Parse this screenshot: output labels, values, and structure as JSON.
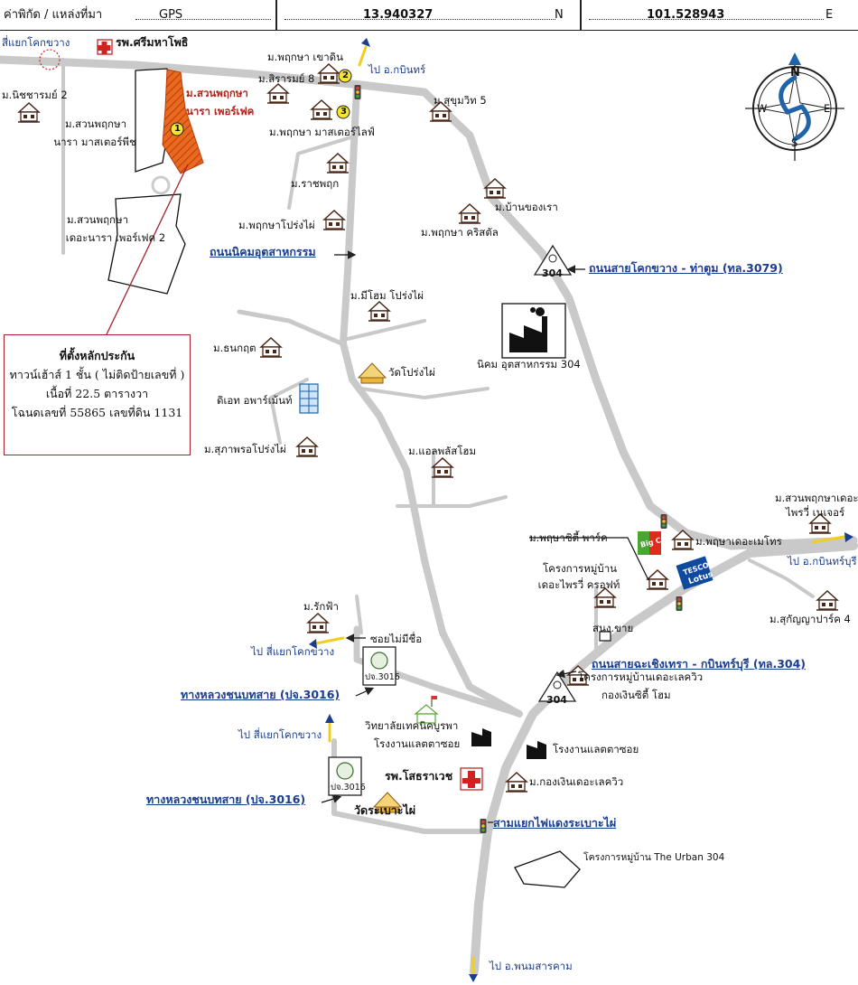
{
  "header": {
    "coord_label": "ค่าพิกัด / แหล่งที่มา",
    "source": "GPS",
    "lat": "13.940327",
    "lat_suffix": "N",
    "lng": "101.528943",
    "lng_suffix": "E"
  },
  "compass": {
    "n": "N",
    "s": "S",
    "e": "E",
    "w": "W"
  },
  "info_box": {
    "line1": "ที่ตั้งหลักประกัน",
    "line2": "ทาวน์เฮ้าส์ 1 ชั้น ( ไม่ติดป้ายเลขที่ )",
    "line3": "เนื้อที่ 22.5 ตารางวา",
    "line4": "โฉนดเลขที่ 55865 เลขที่ดิน 1131"
  },
  "route_shields": {
    "r304": "304",
    "p3016": "ปจ.3016"
  },
  "markers": {
    "m1": "1",
    "m2": "2",
    "m3": "3"
  },
  "labels": {
    "intersection_kok_kwang": "สี่แยกโคกขวาง",
    "hospital_srimaha": "รพ.ศรีมหาโพธิ",
    "m_nitchara": "ม.นิชชารมย์ 2",
    "m_suan_master_a": "ม.สวนพฤกษา",
    "m_suan_master_b": "นารา มาสเตอร์พีช",
    "m_suan_perfect_a": "ม.สวนพฤกษา",
    "m_suan_perfect_b": "นารา เพอร์เฟค",
    "m_suan_perfect2_a": "ม.สวนพฤกษา",
    "m_suan_perfect2_b": "เดอะนารา เพอร์เฟค 2",
    "m_pruksa_khaodin": "ม.พฤกษา เขาดิน",
    "m_siraram": "ม.สิรารมย์ 8",
    "to_kabin": "ไป อ.กบินทร์",
    "m_sukhumvit5": "ม.สุขุมวิท 5",
    "m_pruksa_master": "ม.พฤกษา มาสเตอร์ไลฟ์",
    "m_ratchapruek": "ม.ราชพฤก",
    "m_pruksa_prongphai": "ม.พฤกษาโปร่งไผ่",
    "m_ban_khong_rao": "ม.บ้านของเรา",
    "m_pruksa_crystal": "ม.พฤกษา คริสตัล",
    "road_industrial": "ถนนนิคมอุตสาหกรรม",
    "road_3079": "ถนนสายโคกขวาง - ท่าตูม (ทล.3079)",
    "m_mihome": "ม.มีโฮม โปร่งไผ่",
    "m_thanakrit": "ม.ธนกฤต",
    "wat_prongphai": "วัดโปร่งไผ่",
    "industrial_estate": "นิคม อุตสาหกรรม 304",
    "d_apartment": "ดิเอท อพาร์เม้นท์",
    "m_suphaporn": "ม.สุภาพรอโปร่งไผ่",
    "m_l_plus": "ม.แอลพลัสโฮม",
    "m_suan_forest_a": "ม.สวนพฤกษาเดอะ",
    "m_suan_forest_b": "ไพรวี่ เนเจอร์",
    "m_pruksa_city_park": "ม.พฤษาซิตี้ พาร์ค",
    "m_pruksa_metro": "ม.พฤษาเดอะเมโทร",
    "to_kabinburi": "ไป อ.กบินทร์บุรี",
    "proj_privy_a": "โครงการหมู่บ้าน",
    "proj_privy_b": "เดอะไพรวี่ ครอฟท์",
    "m_sukanya": "ม.สุกัญญาปาร์ค 4",
    "snong_khai": "สนง.ขาย",
    "m_rakfa": "ม.รักฟ้า",
    "soi_no_name": "ซอยไม่มีชื่อ",
    "to_kokkwang_1": "ไป สี่แยกโคกขวาง",
    "road_304": "ถนนสายฉะเชิงเทรา - กบินทร์บุรี (ทล.304)",
    "road_3016_a": "ทางหลวงชนบทสาย (ปจ.3016)",
    "proj_lake_a": "โครงการหมู่บ้านเดอะเลควิว",
    "proj_lake_b": "กองเงินซิตี้ โฮม",
    "college": "วิทยาลัยเทคนิคบูรพา",
    "factory_1": "โรงงานแลตตาซอย",
    "factory_2": "โรงงานแลตตาซอย",
    "to_kokkwang_2": "ไป สี่แยกโคกขวาง",
    "hospital_sothara": "รพ.โสธราเวช",
    "m_kongngern": "ม.กองเงินเดอะเลควิว",
    "road_3016_b": "ทางหลวงชนบทสาย (ปจ.3016)",
    "wat_rabao": "วัดระเบาะไผ่",
    "junction_rabao": "สามแยกไฟแดงระเบาะไผ่",
    "proj_urban": "โครงการหมู่บ้าน The Urban 304",
    "to_phanom": "ไป อ.พนมสารคาม"
  },
  "store_signs": {
    "bigc": "Big C",
    "tesco_top": "TESCO",
    "tesco_bottom": "Lotus"
  },
  "colors": {
    "road": "#c9c9c9",
    "plot": "#e05a1e",
    "blue_text": "#1a3d8f",
    "red": "#b8201a"
  }
}
